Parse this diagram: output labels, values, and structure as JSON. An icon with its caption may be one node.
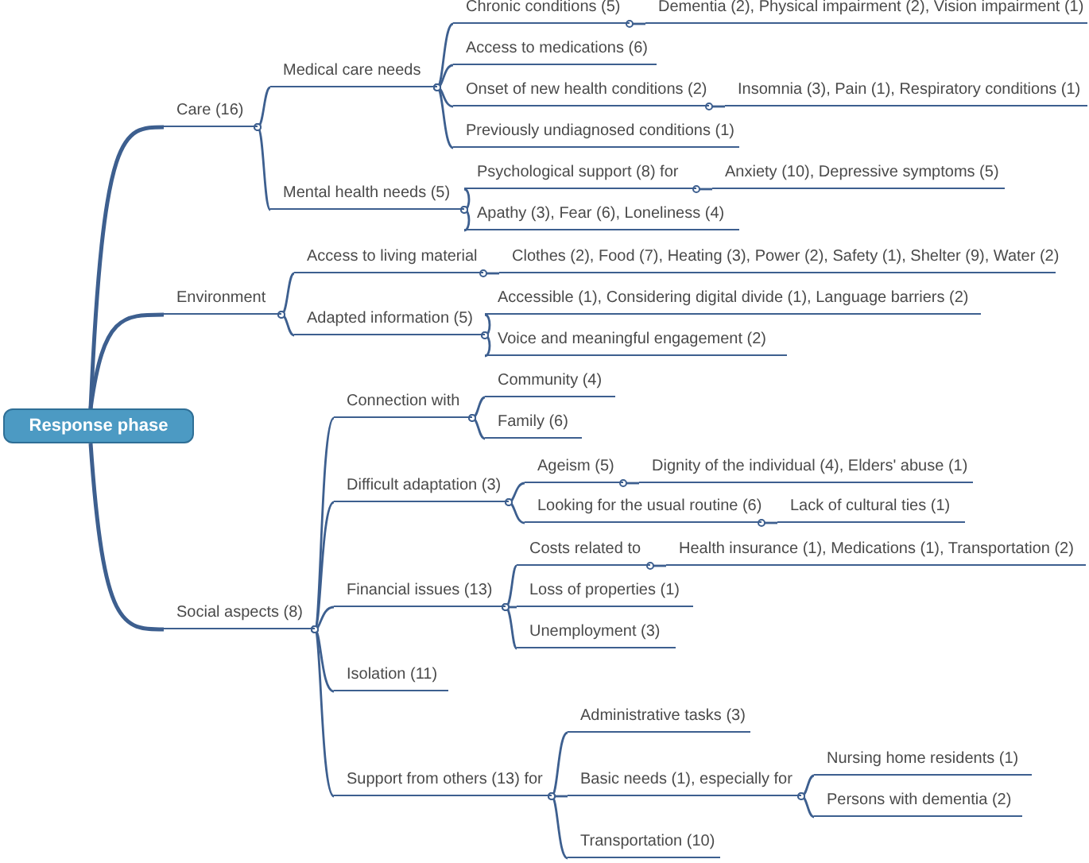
{
  "diagram": {
    "nodes": [
      {
        "text": [
          "Response phase"
        ]
      },
      {
        "text": [
          "Care (16)"
        ]
      },
      {
        "text": [
          "Medical care needs"
        ]
      },
      {
        "text": [
          "Chronic conditions (5)"
        ]
      },
      {
        "text": [
          "Dementia (2), Physical impairment (2), Vision impairment (1)"
        ]
      },
      {
        "text": [
          "Access to medications (6)"
        ]
      },
      {
        "text": [
          "Onset of new health conditions (2)"
        ]
      },
      {
        "text": [
          "Insomnia (3), Pain (1), Respiratory conditions (1)"
        ]
      },
      {
        "text": [
          "Previously undiagnosed conditions (1)"
        ]
      },
      {
        "text": [
          "Mental health needs (5)"
        ]
      },
      {
        "text": [
          "Psychological support (8) for"
        ]
      },
      {
        "text": [
          "Anxiety (10), Depressive symptoms (5)"
        ]
      },
      {
        "text": [
          "Apathy (3), Fear (6), Loneliness (4)"
        ]
      },
      {
        "text": [
          "Environment"
        ]
      },
      {
        "text": [
          "Access to living material"
        ]
      },
      {
        "text": [
          "Clothes (2), Food (7), Heating (3), Power (2), Safety (1), Shelter (9), Water (2)"
        ]
      },
      {
        "text": [
          "Adapted information (5)"
        ]
      },
      {
        "text": [
          "Accessible (1), Considering digital divide (1), Language barriers (2)"
        ]
      },
      {
        "text": [
          "Voice and meaningful engagement (2)"
        ]
      },
      {
        "text": [
          "Social aspects (8)"
        ]
      },
      {
        "text": [
          "Connection with"
        ]
      },
      {
        "text": [
          "Community (4)"
        ]
      },
      {
        "text": [
          "Family (6)"
        ]
      },
      {
        "text": [
          "Difficult adaptation (3)"
        ]
      },
      {
        "text": [
          "Ageism (5)"
        ]
      },
      {
        "text": [
          "Dignity of the individual (4), Elders' abuse (1)"
        ]
      },
      {
        "text": [
          "Looking for the usual routine (6)"
        ]
      },
      {
        "text": [
          "Lack of cultural ties (1)"
        ]
      },
      {
        "text": [
          "Financial issues (13)"
        ]
      },
      {
        "text": [
          "Costs related to"
        ]
      },
      {
        "text": [
          "Health insurance (1), Medications (1), Transportation (2)"
        ]
      },
      {
        "text": [
          "Loss of properties (1)"
        ]
      },
      {
        "text": [
          "Unemployment (3)"
        ]
      },
      {
        "text": [
          "Isolation (11)"
        ]
      },
      {
        "text": [
          "Support from others (13) for"
        ]
      },
      {
        "text": [
          "Administrative tasks (3)"
        ]
      },
      {
        "text": [
          "Basic needs (1), especially for"
        ]
      },
      {
        "text": [
          "Nursing home residents (1)"
        ]
      },
      {
        "text": [
          "Persons with dementia (2)"
        ]
      },
      {
        "text": [
          "Transportation (10)"
        ]
      }
    ],
    "edges": [
      {
        "from": 0,
        "to": 1,
        "arrow": "none"
      },
      {
        "from": 1,
        "to": 2,
        "arrow": "other"
      },
      {
        "from": 2,
        "to": 3,
        "arrow": "other"
      },
      {
        "from": 3,
        "to": 4,
        "arrow": "other"
      },
      {
        "from": 2,
        "to": 5,
        "arrow": "other"
      },
      {
        "from": 2,
        "to": 6,
        "arrow": "other"
      },
      {
        "from": 6,
        "to": 7,
        "arrow": "other"
      },
      {
        "from": 2,
        "to": 8,
        "arrow": "other"
      },
      {
        "from": 1,
        "to": 9,
        "arrow": "other"
      },
      {
        "from": 9,
        "to": 10,
        "arrow": "other"
      },
      {
        "from": 10,
        "to": 11,
        "arrow": "other"
      },
      {
        "from": 9,
        "to": 12,
        "arrow": "other"
      },
      {
        "from": 0,
        "to": 13,
        "arrow": "none"
      },
      {
        "from": 13,
        "to": 14,
        "arrow": "other"
      },
      {
        "from": 14,
        "to": 15,
        "arrow": "other"
      },
      {
        "from": 13,
        "to": 16,
        "arrow": "other"
      },
      {
        "from": 16,
        "to": 17,
        "arrow": "other"
      },
      {
        "from": 16,
        "to": 18,
        "arrow": "other"
      },
      {
        "from": 0,
        "to": 19,
        "arrow": "none"
      },
      {
        "from": 19,
        "to": 20,
        "arrow": "other"
      },
      {
        "from": 20,
        "to": 21,
        "arrow": "other"
      },
      {
        "from": 20,
        "to": 22,
        "arrow": "other"
      },
      {
        "from": 19,
        "to": 23,
        "arrow": "other"
      },
      {
        "from": 23,
        "to": 24,
        "arrow": "other"
      },
      {
        "from": 24,
        "to": 25,
        "arrow": "other"
      },
      {
        "from": 23,
        "to": 26,
        "arrow": "other"
      },
      {
        "from": 26,
        "to": 27,
        "arrow": "other"
      },
      {
        "from": 19,
        "to": 28,
        "arrow": "other"
      },
      {
        "from": 28,
        "to": 29,
        "arrow": "other"
      },
      {
        "from": 29,
        "to": 30,
        "arrow": "other"
      },
      {
        "from": 28,
        "to": 31,
        "arrow": "other"
      },
      {
        "from": 28,
        "to": 32,
        "arrow": "other"
      },
      {
        "from": 19,
        "to": 33,
        "arrow": "other"
      },
      {
        "from": 19,
        "to": 34,
        "arrow": "other"
      },
      {
        "from": 34,
        "to": 35,
        "arrow": "other"
      },
      {
        "from": 34,
        "to": 36,
        "arrow": "other"
      },
      {
        "from": 36,
        "to": 37,
        "arrow": "other"
      },
      {
        "from": 36,
        "to": 38,
        "arrow": "other"
      },
      {
        "from": 34,
        "to": 39,
        "arrow": "other"
      }
    ]
  }
}
